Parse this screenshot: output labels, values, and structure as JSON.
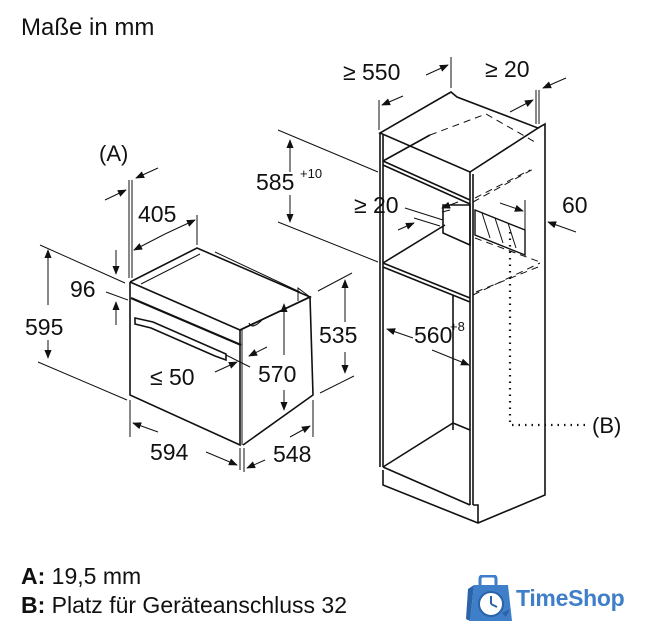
{
  "title": "Maße in mm",
  "oven": {
    "labels": {
      "A_marker": "(A)",
      "depth_405": "405",
      "panel_96": "96",
      "height_595": "595",
      "handle_50": "≤ 50",
      "height_570": "570",
      "height_535": "535",
      "width_594": "594",
      "depth_548": "548"
    }
  },
  "cabinet": {
    "labels": {
      "depth_min_550": "≥ 550",
      "gap_min_20_top": "≥ 20",
      "height_585": "585",
      "height_585_tol": "+10",
      "gap_min_20_mid": "≥ 20",
      "vent_60": "60",
      "width_560": "560",
      "width_560_tol": "+8",
      "B_marker": "(B)"
    }
  },
  "legend": {
    "a_key": "A:",
    "a_value": "19,5 mm",
    "b_key": "B:",
    "b_value": "Platz für Geräteanschluss 32"
  },
  "watermark": {
    "text": "TimeShop",
    "color": "#3f7ec8",
    "icon": "shopping-bag-clock-icon"
  },
  "colors": {
    "line": "#111111",
    "background": "#ffffff"
  }
}
